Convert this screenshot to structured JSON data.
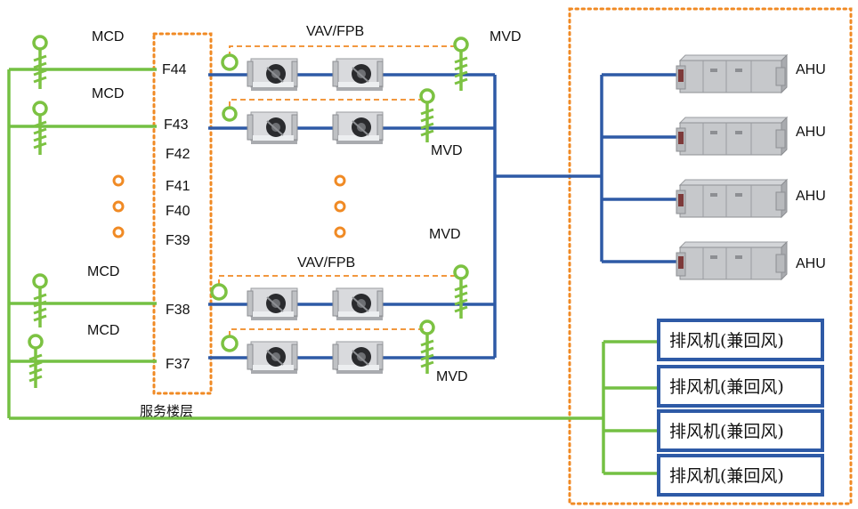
{
  "colors": {
    "supply_line": "#2e5aa6",
    "exhaust_line": "#74c043",
    "boundary": "#f08a24",
    "damper": "#7cc242",
    "ellipsis": "#f08a24"
  },
  "floors": {
    "f44": "F44",
    "f43": "F43",
    "f42": "F42",
    "f41": "F41",
    "f40": "F40",
    "f39": "F39",
    "f38": "F38",
    "f37": "F37"
  },
  "labels": {
    "mcd": "MCD",
    "mvd": "MVD",
    "vav_fpb": "VAV/FPB",
    "ahu": "AHU",
    "service_floor": "服务楼层",
    "exhaust_fan": "排风机(兼回风)"
  },
  "icons": {
    "damper": "damper-icon",
    "vav_box": "vav-box-icon",
    "ahu_unit": "ahu-unit-icon",
    "ellipsis": "ellipsis-dot-icon"
  }
}
